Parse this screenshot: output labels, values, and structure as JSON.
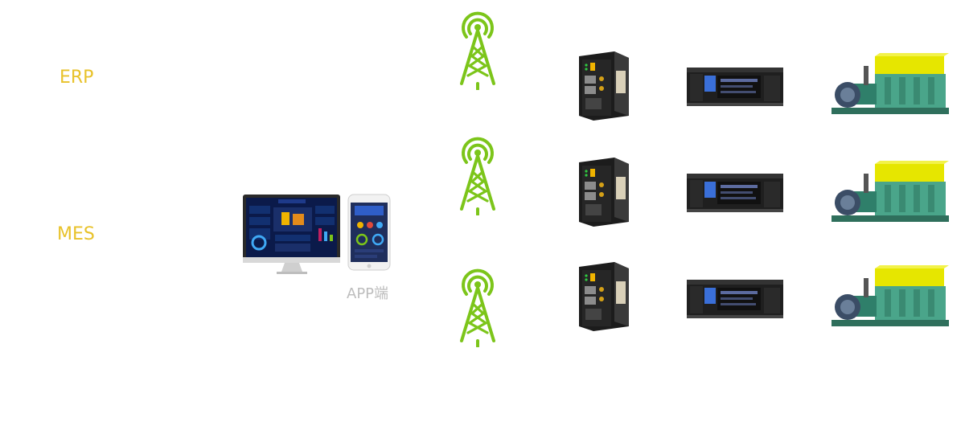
{
  "labels": {
    "erp": "ERP",
    "mes": "MES",
    "app": "APP端"
  },
  "colors": {
    "label": "#e8c22a",
    "tower": "#7cc51a",
    "app_label": "#bdbdbd"
  },
  "icons": {
    "tower": "signal-tower-icon",
    "gateway": "gateway-device-icon",
    "plc": "plc-controller-icon",
    "machine": "industrial-machine-icon",
    "monitor": "monitor-icon",
    "phone": "phone-icon"
  },
  "rows": [
    {
      "id": "row-1"
    },
    {
      "id": "row-2"
    },
    {
      "id": "row-3"
    }
  ]
}
